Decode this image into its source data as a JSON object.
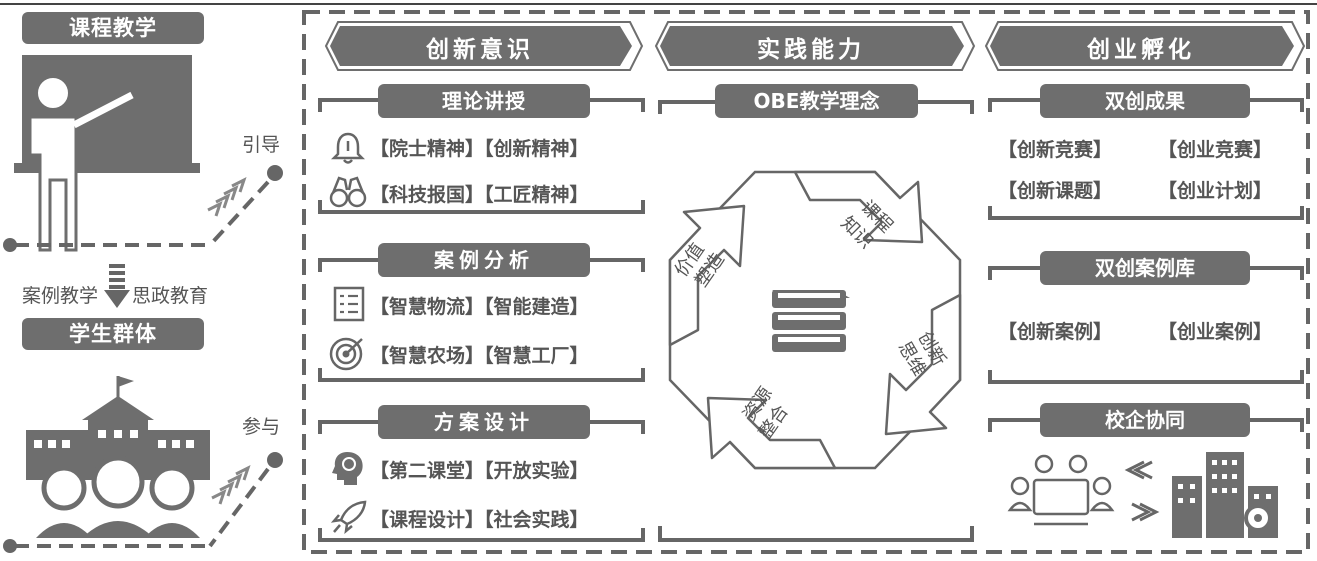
{
  "left": {
    "course_teaching": "课程教学",
    "guide": "引导",
    "case_teaching": "案例教学",
    "ideology_education": "思政教育",
    "student_group": "学生群体",
    "participate": "参与"
  },
  "columns": {
    "c1": {
      "header": "创新意识",
      "s1": {
        "title": "理论讲授",
        "l1": "【院士精神】【创新精神】",
        "l2": "【科技报国】【工匠精神】"
      },
      "s2": {
        "title": "案例分析",
        "l1": "【智慧物流】【智能建造】",
        "l2": "【智慧农场】【智慧工厂】"
      },
      "s3": {
        "title": "方案设计",
        "l1": "【第二课堂】【开放实验】",
        "l2": "【课程设计】【社会实践】"
      }
    },
    "c2": {
      "header": "实践能力",
      "title": "OBE教学理念",
      "cycle": {
        "a1_l1": "课程",
        "a1_l2": "知识",
        "a2_l1": "创新",
        "a2_l2": "思维",
        "a3_l1": "资源",
        "a3_l2": "整合",
        "a4_l1": "价值",
        "a4_l2": "塑造"
      }
    },
    "c3": {
      "header": "创业孵化",
      "s1": {
        "title": "双创成果",
        "i1": "【创新竞赛】",
        "i2": "【创业竞赛】",
        "i3": "【创新课题】",
        "i4": "【创业计划】"
      },
      "s2": {
        "title": "双创案例库",
        "i1": "【创新案例】",
        "i2": "【创业案例】"
      },
      "s3": {
        "title": "校企协同"
      }
    }
  },
  "colors": {
    "fill": "#6e6e6e",
    "line": "#666666",
    "text": "#555555"
  }
}
